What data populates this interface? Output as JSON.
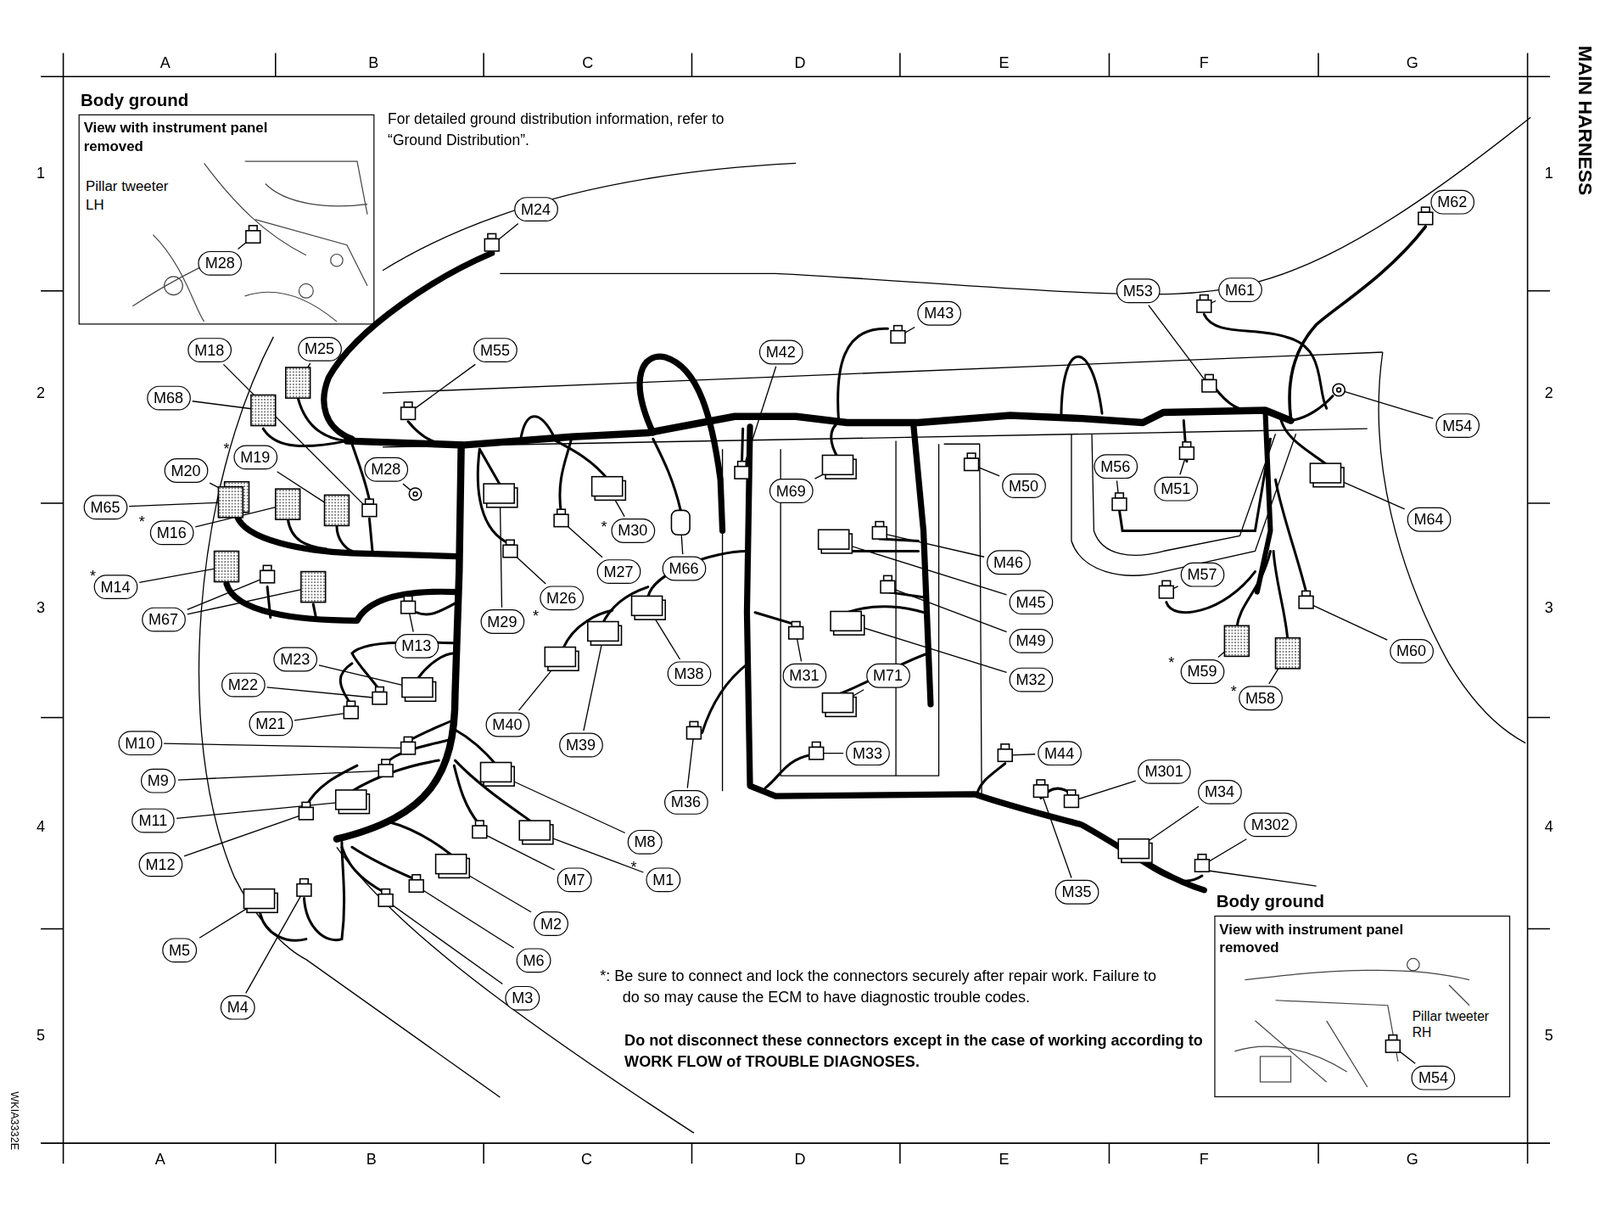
{
  "diagram": {
    "title": "MAIN HARNESS",
    "nodes": [
      {
        "text": [
          "Body ground",
          "View with instrument panel removed"
        ]
      },
      {
        "text": [
          "M28"
        ],
        "in": 0
      },
      {
        "text": [
          "M24"
        ]
      },
      {
        "text": [
          "M62"
        ]
      },
      {
        "text": [
          "M53"
        ]
      },
      {
        "text": [
          "M61"
        ]
      },
      {
        "text": [
          "M43"
        ]
      },
      {
        "text": [
          "M55"
        ]
      },
      {
        "text": [
          "M42"
        ]
      },
      {
        "text": [
          "M18"
        ]
      },
      {
        "text": [
          "M25"
        ]
      },
      {
        "text": [
          "M68"
        ]
      },
      {
        "text": [
          "M54"
        ]
      },
      {
        "text": [
          "M19"
        ]
      },
      {
        "text": [
          "M20"
        ]
      },
      {
        "text": [
          "M28"
        ]
      },
      {
        "text": [
          "M56"
        ]
      },
      {
        "text": [
          "M51"
        ]
      },
      {
        "text": [
          "M69"
        ]
      },
      {
        "text": [
          "M50"
        ]
      },
      {
        "text": [
          "M65"
        ]
      },
      {
        "text": [
          "M30"
        ]
      },
      {
        "text": [
          "M16"
        ]
      },
      {
        "text": [
          "M64"
        ]
      },
      {
        "text": [
          "M66"
        ]
      },
      {
        "text": [
          "M27"
        ]
      },
      {
        "text": [
          "M46"
        ]
      },
      {
        "text": [
          "M26"
        ]
      },
      {
        "text": [
          "M14"
        ]
      },
      {
        "text": [
          "M57"
        ]
      },
      {
        "text": [
          "M29"
        ]
      },
      {
        "text": [
          "M45"
        ]
      },
      {
        "text": [
          "M67"
        ]
      },
      {
        "text": [
          "M13"
        ]
      },
      {
        "text": [
          "M49"
        ]
      },
      {
        "text": [
          "M60"
        ]
      },
      {
        "text": [
          "M23"
        ]
      },
      {
        "text": [
          "M38"
        ]
      },
      {
        "text": [
          "M31"
        ]
      },
      {
        "text": [
          "M71"
        ]
      },
      {
        "text": [
          "M32"
        ]
      },
      {
        "text": [
          "M59"
        ]
      },
      {
        "text": [
          "M58"
        ]
      },
      {
        "text": [
          "M22"
        ]
      },
      {
        "text": [
          "M21"
        ]
      },
      {
        "text": [
          "M40"
        ]
      },
      {
        "text": [
          "M39"
        ]
      },
      {
        "text": [
          "M10"
        ]
      },
      {
        "text": [
          "M33"
        ]
      },
      {
        "text": [
          "M44"
        ]
      },
      {
        "text": [
          "M301"
        ]
      },
      {
        "text": [
          "M34"
        ]
      },
      {
        "text": [
          "M9"
        ]
      },
      {
        "text": [
          "M36"
        ]
      },
      {
        "text": [
          "M302"
        ]
      },
      {
        "text": [
          "M11"
        ]
      },
      {
        "text": [
          "M8"
        ]
      },
      {
        "text": [
          "M12"
        ]
      },
      {
        "text": [
          "M7"
        ]
      },
      {
        "text": [
          "M1"
        ]
      },
      {
        "text": [
          "M35"
        ]
      },
      {
        "text": [
          "M2"
        ]
      },
      {
        "text": [
          "M6"
        ]
      },
      {
        "text": [
          "M5"
        ]
      },
      {
        "text": [
          "M3"
        ]
      },
      {
        "text": [
          "M4"
        ]
      },
      {
        "text": [
          "Body ground",
          "View with instrument panel removed"
        ]
      },
      {
        "text": [
          "M54"
        ],
        "in": 66
      }
    ],
    "labels": [
      "A",
      "B",
      "C",
      "D",
      "E",
      "F",
      "G",
      "A",
      "B",
      "C",
      "D",
      "E",
      "F",
      "G",
      "1",
      "2",
      "3",
      "4",
      "5",
      "1",
      "2",
      "3",
      "4",
      "5",
      "WKIA3332E",
      "For detailed ground distribution information, refer to “Ground Distribution”.",
      "Pillar tweeter LH",
      "Pillar tweeter RH",
      "*",
      "*",
      "*",
      "*",
      "*",
      "*",
      "*",
      "*",
      "*: Be sure to connect and lock the connectors securely after repair work. Failure to do so may cause the ECM to have diagnostic trouble codes.",
      "Do not disconnect these connectors except in the case of working according to WORK FLOW of TROUBLE DIAGNOSES."
    ]
  }
}
